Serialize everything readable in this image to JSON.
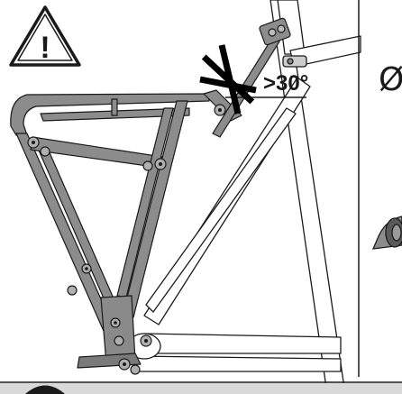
{
  "warning": {
    "symbol": "!",
    "icon": "warning-triangle-icon"
  },
  "angle_limit": {
    "label": ">30°",
    "marker_icon": "x-cross-icon",
    "angle_degrees": 30
  },
  "diameter": {
    "symbol": "Ø"
  },
  "colors": {
    "ink": "#1a1a1a",
    "frame_fill": "#ffffff",
    "rack_fill": "#8c8c8c",
    "rack_dark": "#555555",
    "bolt_fill": "#b0b0b0",
    "cross": "#000000",
    "bottom_bar": "#d9d9d9"
  }
}
